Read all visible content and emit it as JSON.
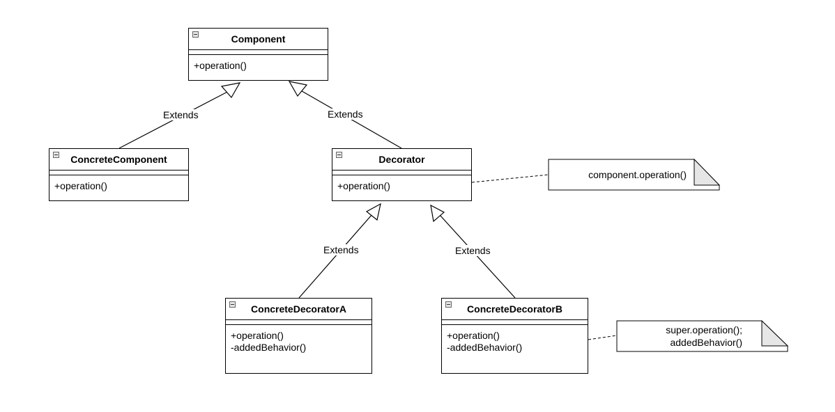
{
  "classes": {
    "component": {
      "name": "Component",
      "ops": [
        "+operation()"
      ]
    },
    "concrete_component": {
      "name": "ConcreteComponent",
      "ops": [
        "+operation()"
      ]
    },
    "decorator": {
      "name": "Decorator",
      "ops": [
        "+operation()"
      ]
    },
    "concrete_decorator_a": {
      "name": "ConcreteDecoratorA",
      "ops": [
        "+operation()",
        "-addedBehavior()"
      ]
    },
    "concrete_decorator_b": {
      "name": "ConcreteDecoratorB",
      "ops": [
        "+operation()",
        "-addedBehavior()"
      ]
    }
  },
  "edges": {
    "cc_to_component": "Extends",
    "decorator_to_component": "Extends",
    "cda_to_decorator": "Extends",
    "cdb_to_decorator": "Extends"
  },
  "notes": {
    "decorator_note": [
      "component.operation()"
    ],
    "cdb_note": [
      "super.operation();",
      "addedBehavior()"
    ]
  },
  "icons": {
    "collapse": "minus-square-icon",
    "note": "folded-corner-note-icon"
  },
  "colors": {
    "line": "#000000",
    "note_fold": "#e6e6e6",
    "background": "#ffffff"
  }
}
